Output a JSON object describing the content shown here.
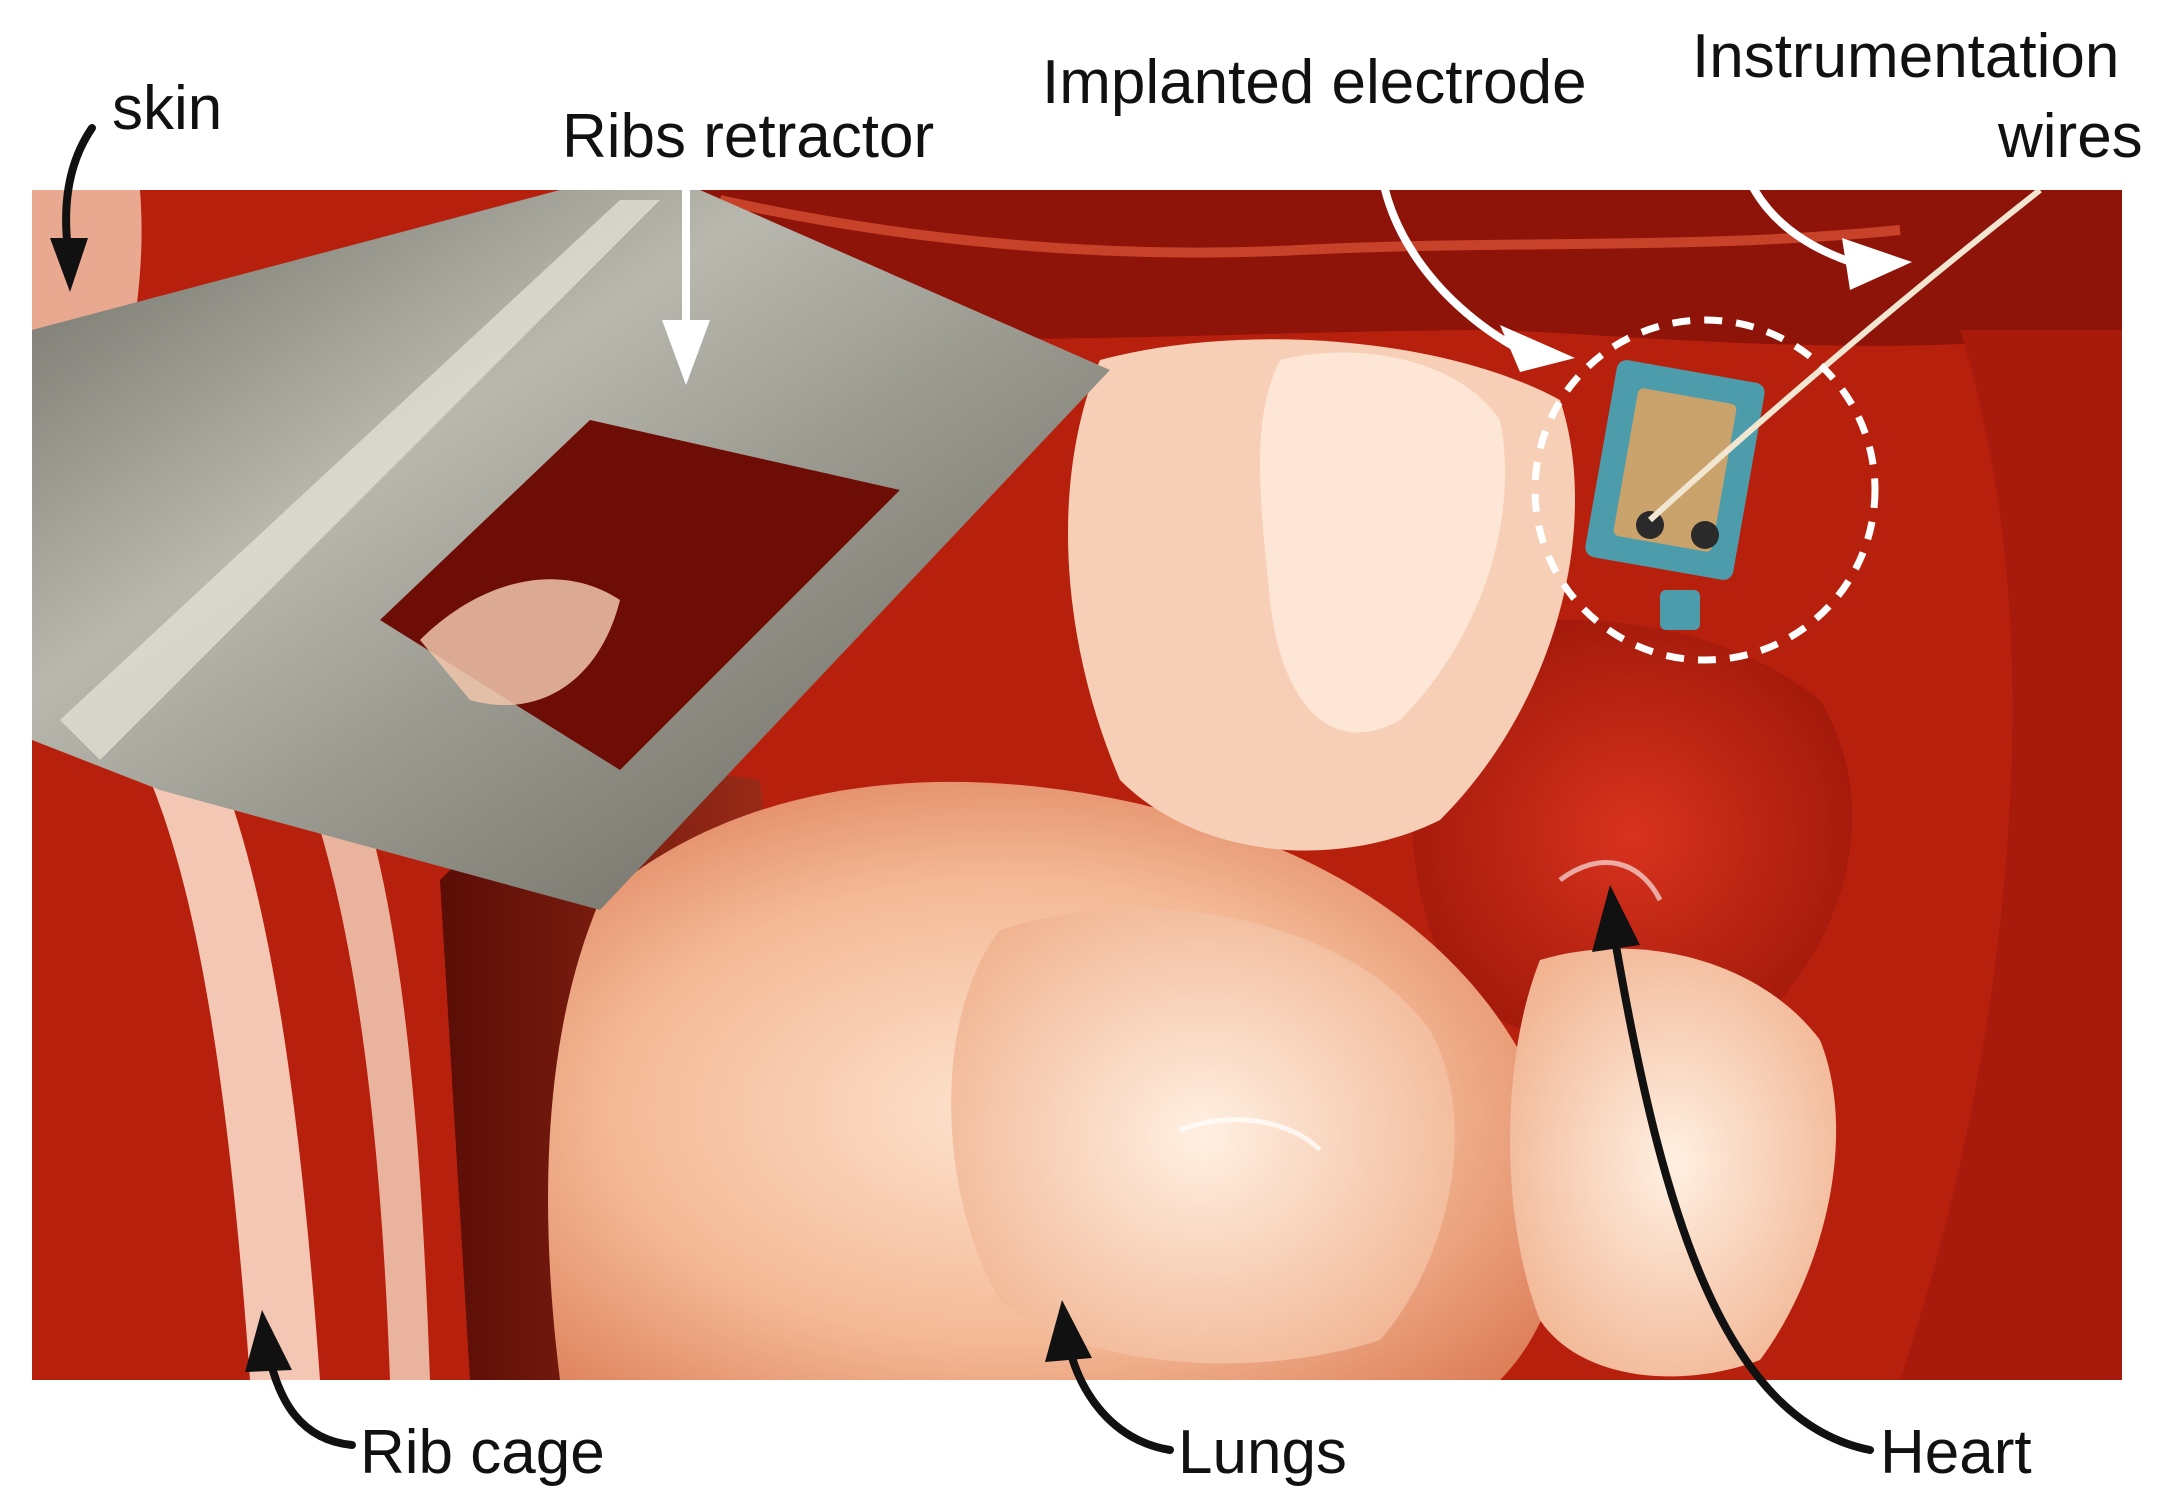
{
  "labels": {
    "skin": "skin",
    "ribs_retractor": "Ribs retractor",
    "implanted_electrode": "Implanted electrode",
    "instrumentation_line1": "Instrumentation",
    "instrumentation_line2": "wires",
    "rib_cage": "Rib cage",
    "lungs": "Lungs",
    "heart": "Heart"
  },
  "colors": {
    "tissue_red": "#b8200e",
    "lung_pink": "#f3b89a",
    "retractor_steel": "#8f8f86",
    "electrode_blue": "#4d9cab",
    "arrow_dark": "#111111",
    "arrow_light": "#ffffff"
  }
}
